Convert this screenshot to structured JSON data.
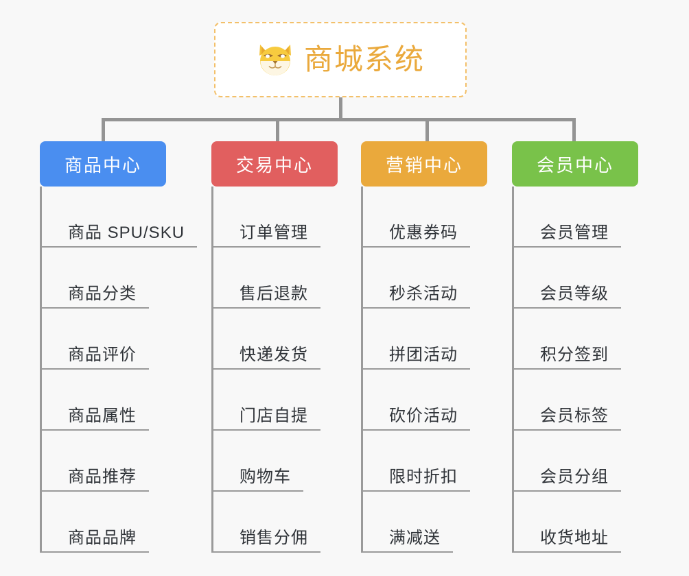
{
  "canvas": {
    "background": "#f8f8f8"
  },
  "root": {
    "title": "商城系统",
    "icon": "shiba-dog-icon",
    "text_color": "#eaa93c",
    "border_color": "#f3c06a",
    "background": "#ffffff"
  },
  "connector": {
    "color": "#949494"
  },
  "columns": [
    {
      "header": {
        "label": "商品中心",
        "color": "#4a8ef0",
        "text_color": "#ffffff"
      },
      "items": [
        {
          "label": "商品 SPU/SKU"
        },
        {
          "label": "商品分类"
        },
        {
          "label": "商品评价"
        },
        {
          "label": "商品属性"
        },
        {
          "label": "商品推荐"
        },
        {
          "label": "商品品牌"
        }
      ]
    },
    {
      "header": {
        "label": "交易中心",
        "color": "#e15f5f",
        "text_color": "#ffffff"
      },
      "items": [
        {
          "label": "订单管理"
        },
        {
          "label": "售后退款"
        },
        {
          "label": "快递发货"
        },
        {
          "label": "门店自提"
        },
        {
          "label": "购物车"
        },
        {
          "label": "销售分佣"
        }
      ]
    },
    {
      "header": {
        "label": "营销中心",
        "color": "#eaa93c",
        "text_color": "#ffffff"
      },
      "items": [
        {
          "label": "优惠券码"
        },
        {
          "label": "秒杀活动"
        },
        {
          "label": "拼团活动"
        },
        {
          "label": "砍价活动"
        },
        {
          "label": "限时折扣"
        },
        {
          "label": "满减送"
        }
      ]
    },
    {
      "header": {
        "label": "会员中心",
        "color": "#79c24a",
        "text_color": "#ffffff"
      },
      "items": [
        {
          "label": "会员管理"
        },
        {
          "label": "会员等级"
        },
        {
          "label": "积分签到"
        },
        {
          "label": "会员标签"
        },
        {
          "label": "会员分组"
        },
        {
          "label": "收货地址"
        }
      ]
    }
  ]
}
